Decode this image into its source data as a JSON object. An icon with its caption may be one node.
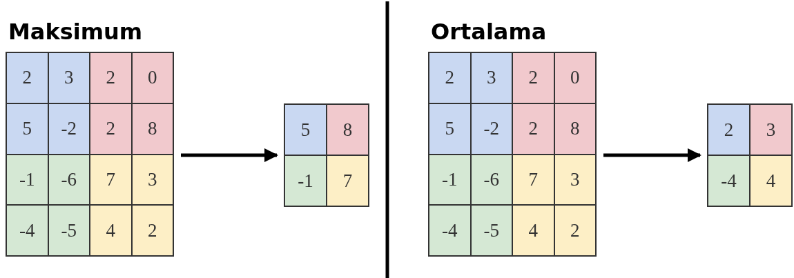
{
  "diagram": {
    "nodes": [
      {
        "text": [
          "Maksimum"
        ]
      },
      {
        "text": [
          "2"
        ],
        "in": 0
      },
      {
        "text": [
          "3"
        ],
        "in": 0
      },
      {
        "text": [
          "2"
        ],
        "in": 0
      },
      {
        "text": [
          "0"
        ],
        "in": 0
      },
      {
        "text": [
          "5"
        ],
        "in": 0
      },
      {
        "text": [
          "-2"
        ],
        "in": 0
      },
      {
        "text": [
          "2"
        ],
        "in": 0
      },
      {
        "text": [
          "8"
        ],
        "in": 0
      },
      {
        "text": [
          "-1"
        ],
        "in": 0
      },
      {
        "text": [
          "-6"
        ],
        "in": 0
      },
      {
        "text": [
          "7"
        ],
        "in": 0
      },
      {
        "text": [
          "3"
        ],
        "in": 0
      },
      {
        "text": [
          "-4"
        ],
        "in": 0
      },
      {
        "text": [
          "-5"
        ],
        "in": 0
      },
      {
        "text": [
          "4"
        ],
        "in": 0
      },
      {
        "text": [
          "2"
        ],
        "in": 0
      },
      {
        "text": [],
        "shape": "box"
      },
      {
        "text": [
          "5"
        ],
        "in": 17
      },
      {
        "text": [
          "8"
        ],
        "in": 17
      },
      {
        "text": [
          "-1"
        ],
        "in": 17
      },
      {
        "text": [
          "7"
        ],
        "in": 17
      },
      {
        "text": [
          "Ortalama"
        ]
      },
      {
        "text": [
          "2"
        ],
        "in": 22
      },
      {
        "text": [
          "3"
        ],
        "in": 22
      },
      {
        "text": [
          "2"
        ],
        "in": 22
      },
      {
        "text": [
          "0"
        ],
        "in": 22
      },
      {
        "text": [
          "5"
        ],
        "in": 22
      },
      {
        "text": [
          "-2"
        ],
        "in": 22
      },
      {
        "text": [
          "2"
        ],
        "in": 22
      },
      {
        "text": [
          "8"
        ],
        "in": 22
      },
      {
        "text": [
          "-1"
        ],
        "in": 22
      },
      {
        "text": [
          "-6"
        ],
        "in": 22
      },
      {
        "text": [
          "7"
        ],
        "in": 22
      },
      {
        "text": [
          "3"
        ],
        "in": 22
      },
      {
        "text": [
          "-4"
        ],
        "in": 22
      },
      {
        "text": [
          "-5"
        ],
        "in": 22
      },
      {
        "text": [
          "4"
        ],
        "in": 22
      },
      {
        "text": [
          "2"
        ],
        "in": 22
      },
      {
        "text": [],
        "shape": "box"
      },
      {
        "text": [
          "2"
        ],
        "in": 39
      },
      {
        "text": [
          "3"
        ],
        "in": 39
      },
      {
        "text": [
          "-4"
        ],
        "in": 39
      },
      {
        "text": [
          "4"
        ],
        "in": 39
      }
    ],
    "edges": [
      {
        "from": 0,
        "to": 17,
        "arrow": "to"
      },
      {
        "from": 22,
        "to": 39,
        "arrow": "to"
      }
    ]
  }
}
